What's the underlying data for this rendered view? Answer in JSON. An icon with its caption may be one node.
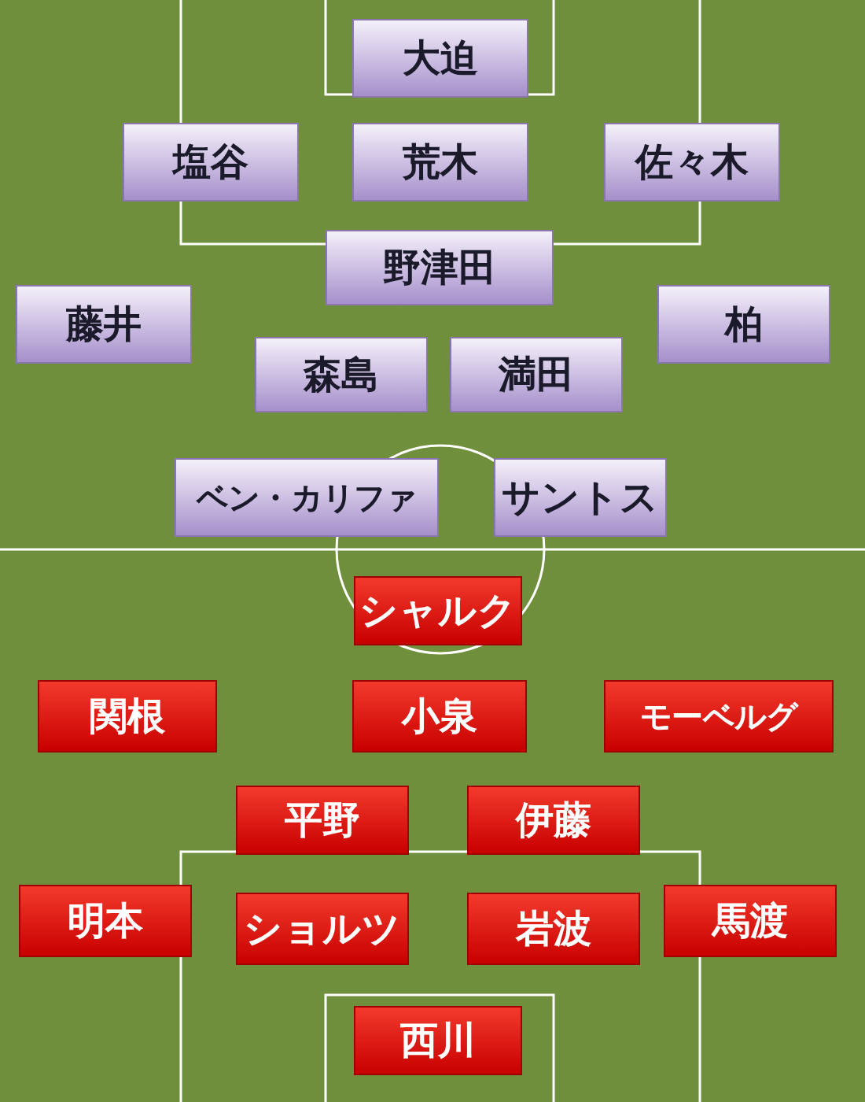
{
  "diagram": {
    "nodes": [
      {
        "text": [
          "大迫"
        ]
      },
      {
        "text": [
          "塩谷"
        ]
      },
      {
        "text": [
          "荒木"
        ]
      },
      {
        "text": [
          "佐々木"
        ]
      },
      {
        "text": [
          "野津田"
        ]
      },
      {
        "text": [
          "藤井"
        ]
      },
      {
        "text": [
          "柏"
        ]
      },
      {
        "text": [
          "森島"
        ]
      },
      {
        "text": [
          "満田"
        ]
      },
      {
        "text": [
          "ベン・カリファ"
        ]
      },
      {
        "text": [
          "サントス"
        ]
      },
      {
        "text": [
          "シャルク"
        ]
      },
      {
        "text": [
          "関根"
        ]
      },
      {
        "text": [
          "小泉"
        ]
      },
      {
        "text": [
          "モーベルグ"
        ]
      },
      {
        "text": [
          "平野"
        ]
      },
      {
        "text": [
          "伊藤"
        ]
      },
      {
        "text": [
          "明本"
        ]
      },
      {
        "text": [
          "ショルツ"
        ]
      },
      {
        "text": [
          "岩波"
        ]
      },
      {
        "text": [
          "馬渡"
        ]
      },
      {
        "text": [
          "西川"
        ]
      }
    ]
  }
}
